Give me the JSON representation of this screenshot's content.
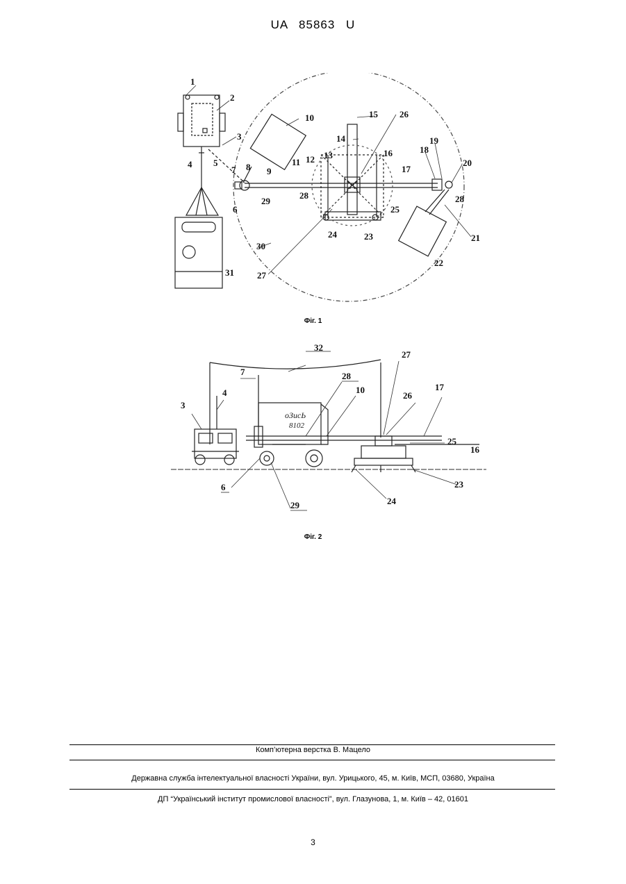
{
  "header": {
    "doc_number": "UA   85863   U"
  },
  "figures": [
    {
      "caption": "Фіг. 1",
      "labels": [
        "1",
        "2",
        "3",
        "4",
        "5",
        "6",
        "7",
        "8",
        "9",
        "10",
        "11",
        "12",
        "13",
        "14",
        "15",
        "16",
        "17",
        "18",
        "19",
        "20",
        "21",
        "22",
        "23",
        "24",
        "25",
        "26",
        "27",
        "28",
        "28",
        "29",
        "30",
        "31"
      ]
    },
    {
      "caption": "Фіг. 2",
      "labels": [
        "3",
        "4",
        "6",
        "7",
        "10",
        "16",
        "17",
        "23",
        "24",
        "25",
        "26",
        "27",
        "28",
        "29",
        "32"
      ],
      "vehicle_marking": [
        "oЗисЬ",
        "8102"
      ]
    }
  ],
  "footer": {
    "typesetting": "Комп’ютерна верстка В. Мацело",
    "agency": "Державна служба інтелектуальної власності України, вул. Урицького, 45, м. Київ, МСП, 03680, Україна",
    "institute": "ДП “Український інститут промислової власності”, вул. Глазунова, 1, м. Київ – 42, 01601"
  },
  "page_number": "3"
}
